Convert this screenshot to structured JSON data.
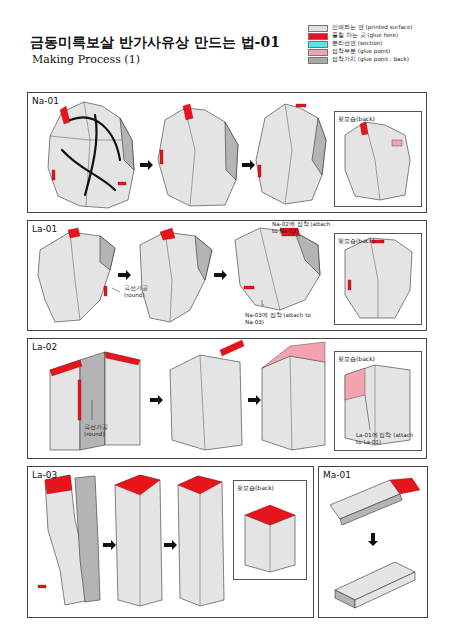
{
  "diagram": {
    "title": "금동미륵보살 반가사유상 만드는 법-01",
    "nodes": [
      {
        "text": [
          "Na-01"
        ]
      },
      {
        "text": [
          "뒷모습(back)"
        ],
        "in": 0
      },
      {
        "text": [
          "La-01"
        ]
      },
      {
        "text": [
          "뒷모습(back)"
        ],
        "in": 2
      },
      {
        "text": [
          "La-02"
        ]
      },
      {
        "text": [
          "뒷모습(back)"
        ],
        "in": 4
      },
      {
        "text": [
          "La-03"
        ]
      },
      {
        "text": [
          "뒷모습(back)"
        ],
        "in": 6
      },
      {
        "text": [
          "Ma-01"
        ]
      }
    ],
    "labels": [
      "Making Process (1)",
      "곡선가공 (round)",
      "Na-02에 접착 (attach to Na-02)",
      "Na-03에 접착 (attach to Na-03)",
      "곡선가공 (round)",
      "La-01에 접착 (attach to La-01)"
    ],
    "legend": [
      {
        "text": "인쇄되는 면 (printed surface)",
        "color": "#e0e0e0"
      },
      {
        "text": "풀칠 하는 곳 (glue here)",
        "color": "#e8141b"
      },
      {
        "text": "분리선면 (section)",
        "color": "#5ce1e6"
      },
      {
        "text": "접착부분 (glue point)",
        "color": "#f2a3ad"
      },
      {
        "text": "접착가치 (glue point : back)",
        "color": "#a8a8a8"
      }
    ]
  }
}
